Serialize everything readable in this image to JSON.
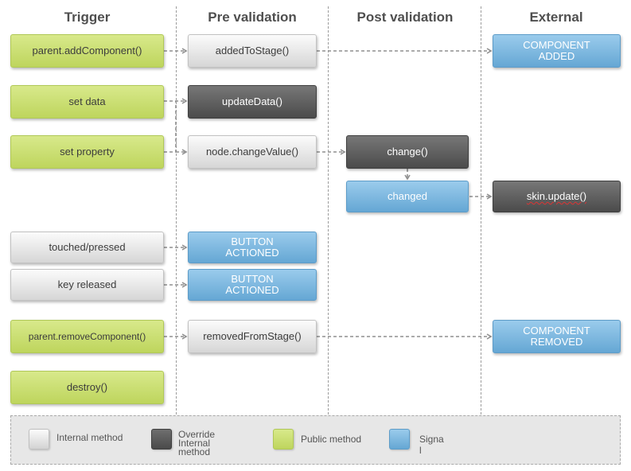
{
  "columns": {
    "trigger": "Trigger",
    "pre_validation": "Pre validation",
    "post_validation": "Post validation",
    "external": "External"
  },
  "nodes": {
    "add_component": "parent.addComponent()",
    "set_data": "set data",
    "set_property": "set property",
    "touched_pressed": "touched/pressed",
    "key_released": "key released",
    "remove_component": "parent.removeComponent()",
    "destroy": "destroy()",
    "added_to_stage": "addedToStage()",
    "update_data": "updateData()",
    "node_change_value": "node.changeValue()",
    "button_actioned_1": [
      "BUTTON",
      "ACTIONED"
    ],
    "button_actioned_2": [
      "BUTTON",
      "ACTIONED"
    ],
    "removed_from_stage": "removedFromStage()",
    "change": "change()",
    "changed": "changed",
    "component_added": [
      "COMPONENT",
      "ADDED"
    ],
    "skin_update": "skin.update()",
    "component_removed": [
      "COMPONENT",
      "REMOVED"
    ]
  },
  "legend": {
    "internal": "Internal method",
    "override": [
      "Override",
      "Internal",
      "method"
    ],
    "public": "Public method",
    "signal": [
      "Signa",
      "l"
    ]
  },
  "colors": {
    "public_method": "#c6db6c",
    "internal_method": "#e2e2e2",
    "override_internal_method": "#595959",
    "signal": "#78b5de",
    "arrow": "#8f8f8f"
  }
}
